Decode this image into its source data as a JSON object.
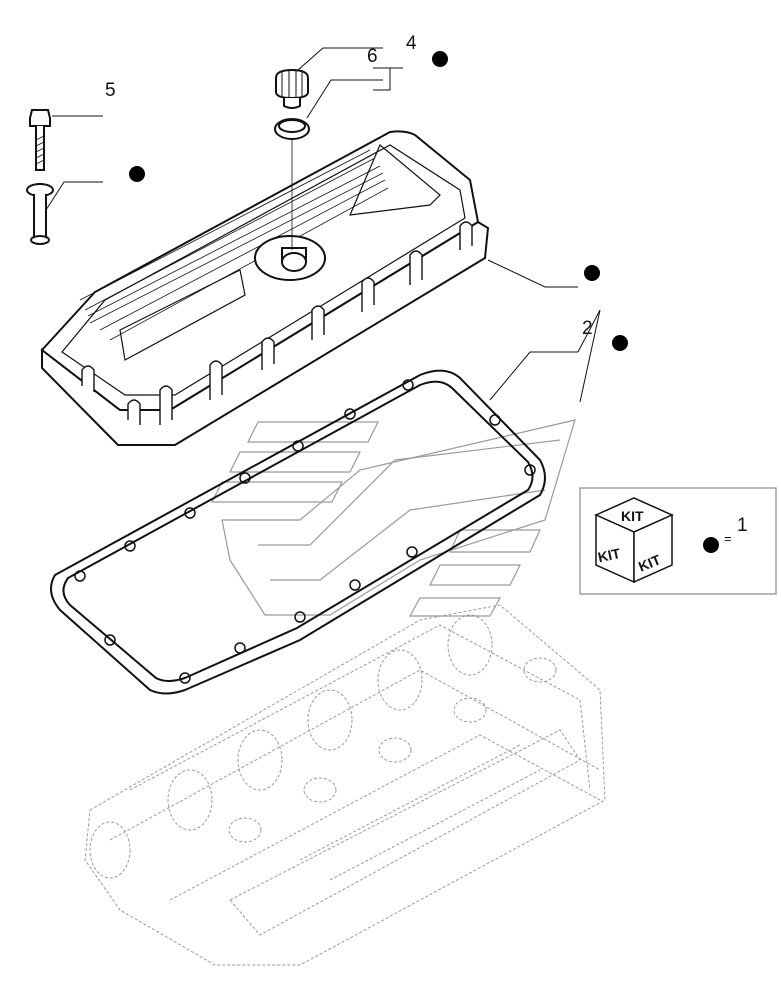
{
  "callouts": [
    {
      "number": "4"
    },
    {
      "number": "6"
    },
    {
      "number": "5"
    },
    {
      "number": "2"
    },
    {
      "number": "1"
    }
  ],
  "kit_box": {
    "faces": [
      "KIT",
      "KIT",
      "KIT"
    ],
    "equals": "=",
    "number": "1"
  },
  "colors": {
    "line": "#111111",
    "bullet": "#000000",
    "ghost": "#9a9a9a"
  }
}
